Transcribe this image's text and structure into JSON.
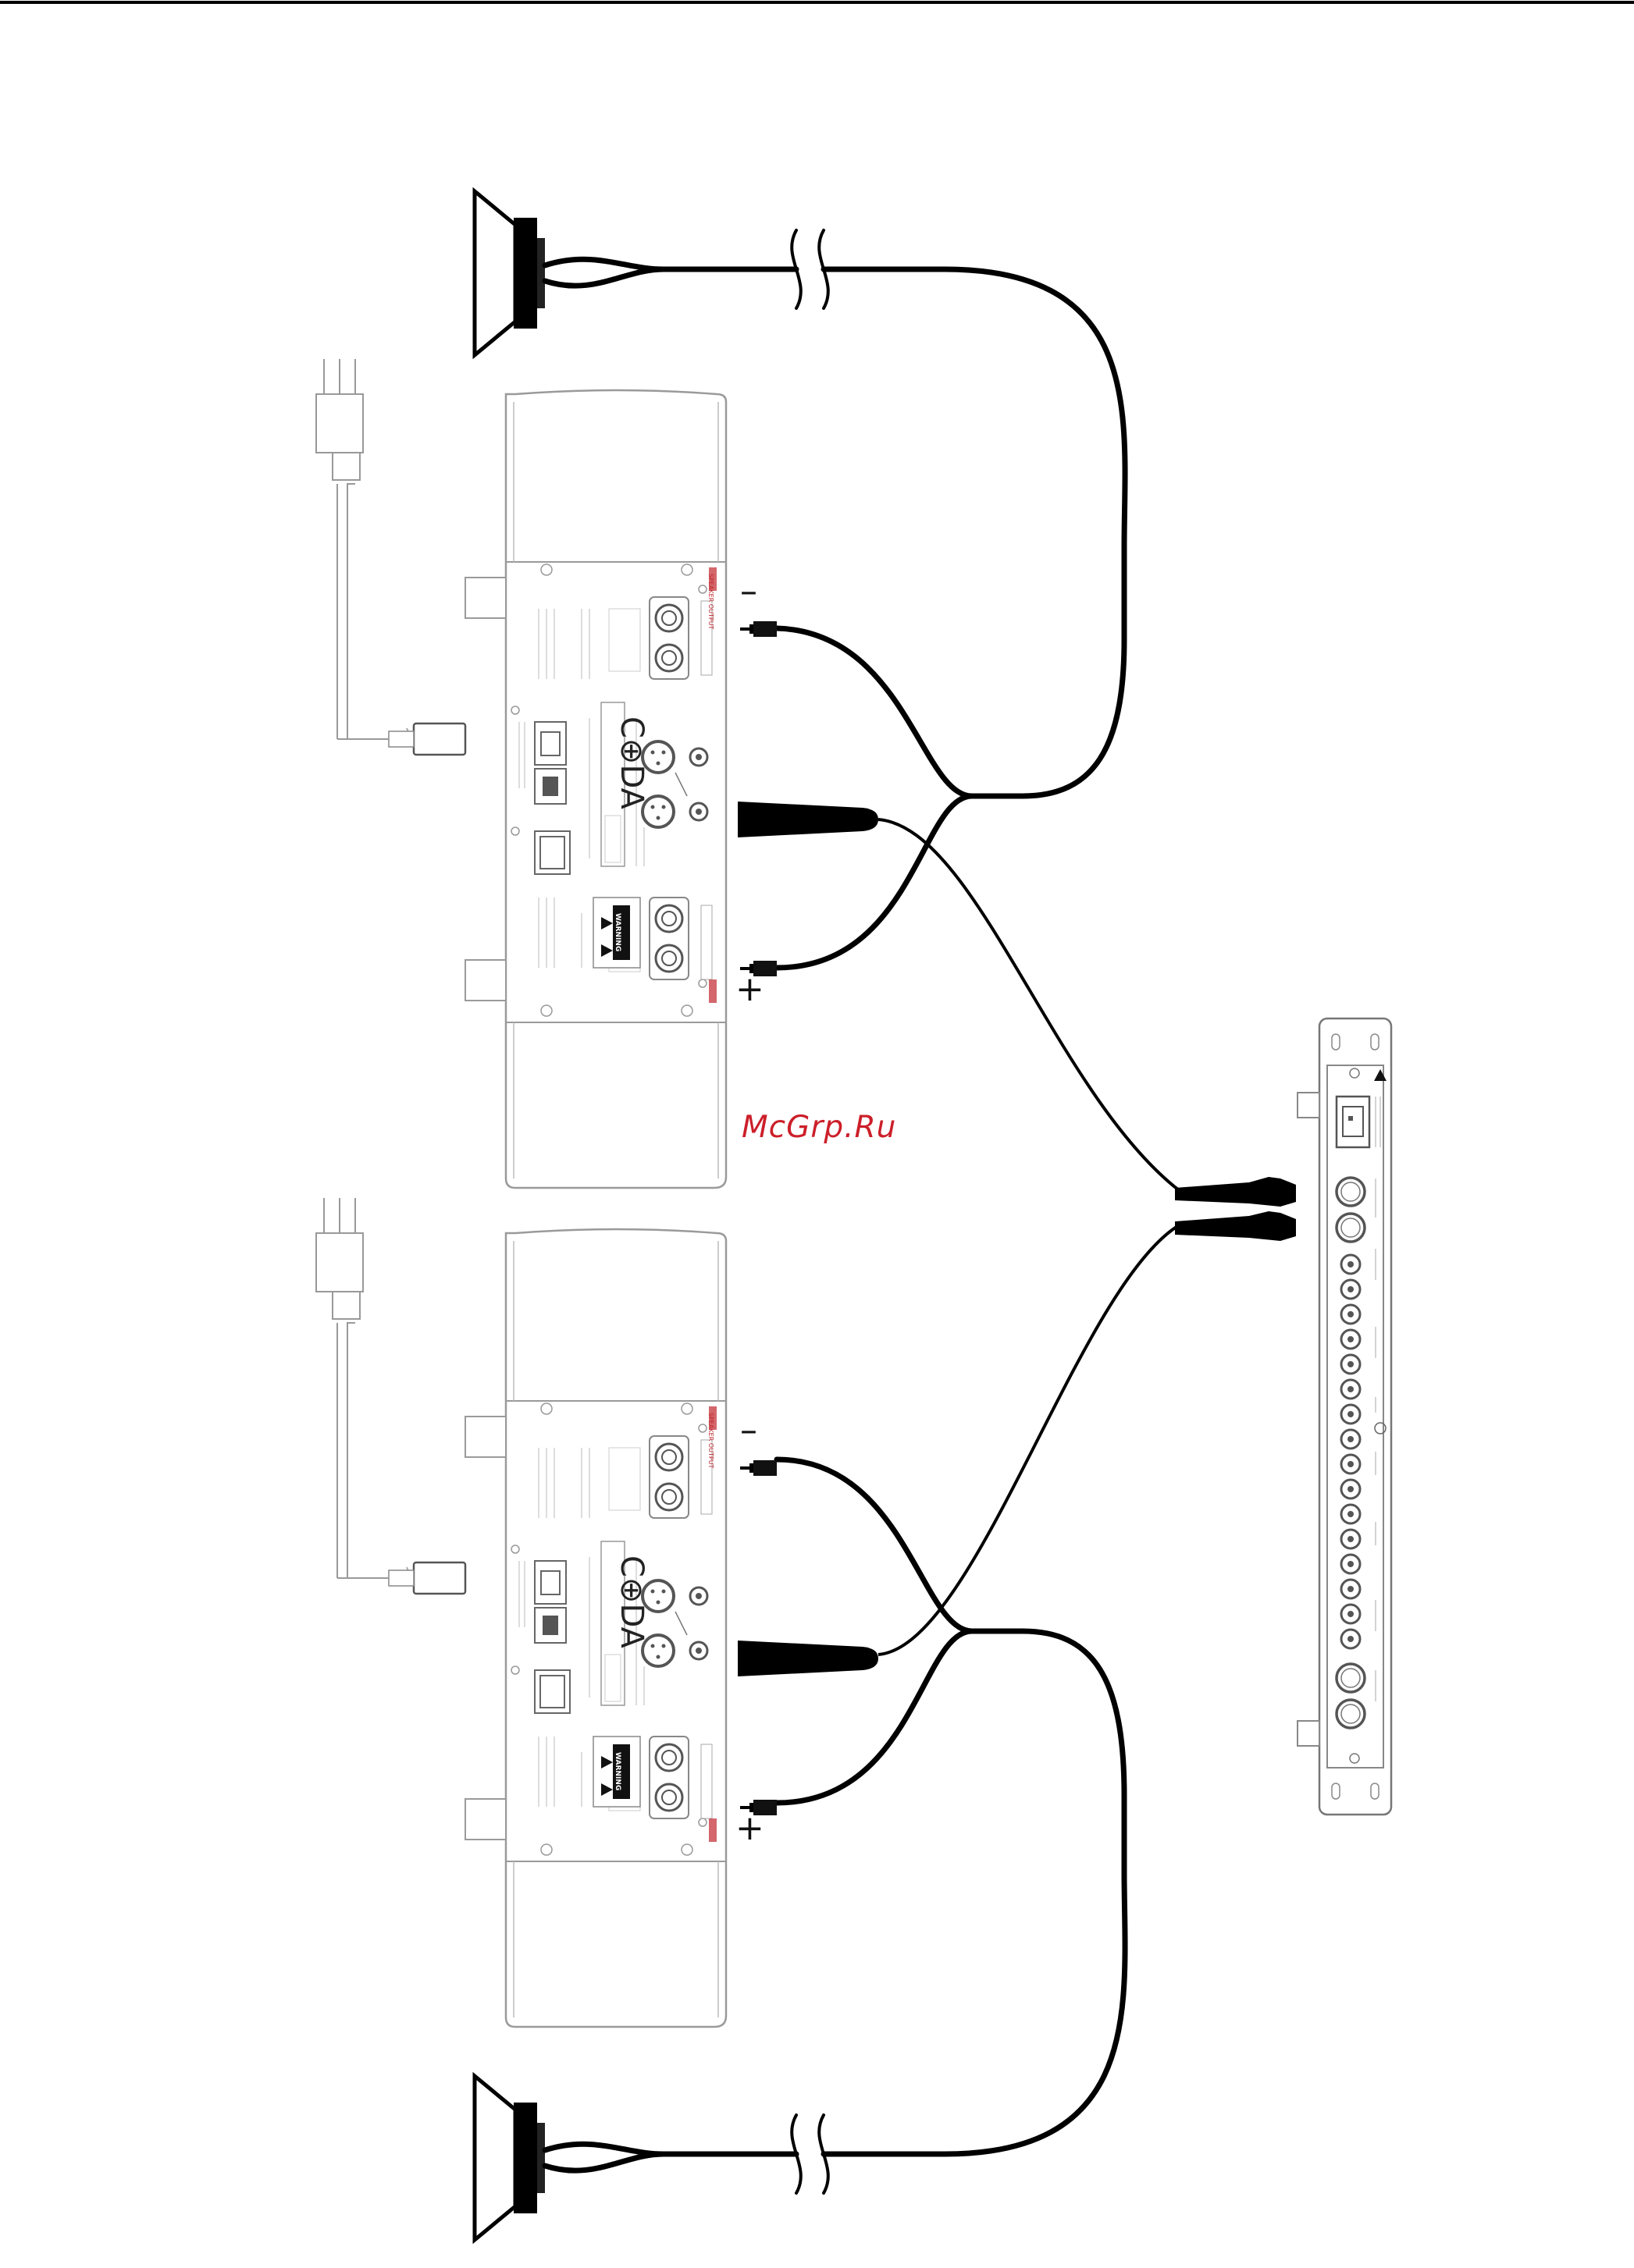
{
  "watermark": "McGrp.Ru",
  "amplifiers": [
    {
      "logo": "C⊕DA",
      "polarity_minus": "–",
      "polarity_plus": "+",
      "output_label": "SPEAKER OUTPUT",
      "warning_label": "WARNING"
    },
    {
      "logo": "C⊕DA",
      "polarity_minus": "–",
      "polarity_plus": "+",
      "output_label": "SPEAKER OUTPUT",
      "warning_label": "WARNING"
    }
  ],
  "colors": {
    "line": "#000000",
    "equipment_outline": "#9a9a9a",
    "accent_red": "#cc1f2a"
  },
  "icons": [
    "speaker-icon",
    "power-plug-icon",
    "banana-plug-icon",
    "xlr-connector-icon",
    "rca-connector-icon",
    "iec-inlet-icon",
    "power-switch-icon",
    "warning-triangle-icon"
  ]
}
